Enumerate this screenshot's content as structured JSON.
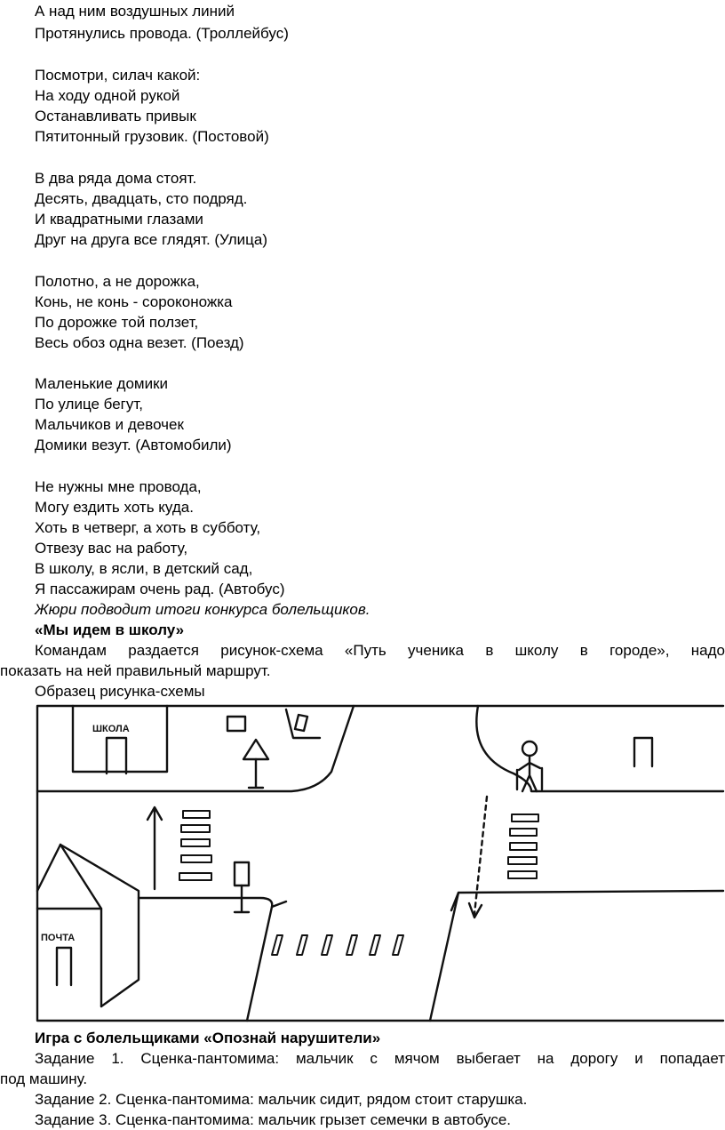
{
  "riddles": [
    [
      "А над ним воздушных линий",
      "Протянулись провода. (Троллейбус)"
    ],
    [
      "Посмотри, силач какой:",
      "На ходу одной рукой",
      "Останавливать привык",
      "Пятитонный грузовик. (Постовой)"
    ],
    [
      "В два ряда дома стоят.",
      "Десять, двадцать, сто подряд.",
      "И квадратными глазами",
      "Друг на друга все глядят. (Улица)"
    ],
    [
      "Полотно, а не дорожка,",
      "Конь, не конь - сороконожка",
      "По дорожке той ползет,",
      "Весь обоз одна везет. (Поезд)"
    ],
    [
      "Маленькие домики",
      "По улице бегут,",
      "Мальчиков и девочек",
      "Домики везут. (Автомобили)"
    ],
    [
      "Не нужны мне провода,",
      "Могу ездить хоть куда.",
      "Хоть в четверг, а хоть в субботу,",
      "Отвезу вас на работу,",
      "В школу, в ясли, в детский сад,",
      "Я пассажирам очень рад. (Автобус)"
    ]
  ],
  "jury_note": "Жюри подводит итоги конкурса болельщиков.",
  "section1": {
    "title": "«Мы идем в школу»",
    "para_line1": "Командам раздается рисунок-схема «Путь ученика в школу в городе», надо",
    "para_line2": "показать на ней правильный маршрут.",
    "sample": "Образец рисунка-схемы"
  },
  "figure": {
    "school_label": "ШКОЛА",
    "post_label": "ПОЧТА"
  },
  "section2": {
    "title": "Игра с болельщиками «Опознай нарушители»",
    "task1_line1": "Задание 1. Сценка-пантомима: мальчик с мячом выбегает на дорогу и попадает",
    "task1_line2": "под машину.",
    "task2": "Задание 2. Сценка-пантомима: мальчик сидит, рядом стоит старушка.",
    "task3": "Задание 3. Сценка-пантомима: мальчик грызет семечки в автобусе."
  }
}
